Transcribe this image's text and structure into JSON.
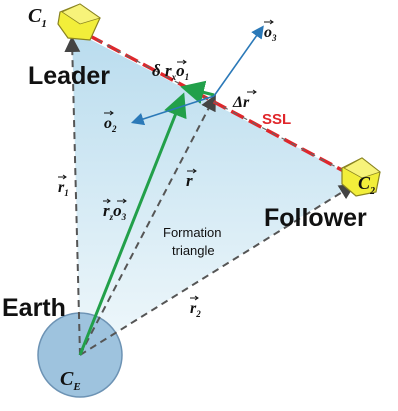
{
  "labels": {
    "leader": "Leader",
    "follower": "Follower",
    "earth": "Earth",
    "ssl": "SSL",
    "formation_line1": "Formation",
    "formation_line2": "triangle",
    "c1": "C",
    "c1_sub": "1",
    "c2": "C",
    "c2_sub": "2",
    "ce": "C",
    "ce_sub": "E",
    "r1": "r",
    "r1_sub": "1",
    "r2": "r",
    "r2_sub": "2",
    "r": "r",
    "delta_r": "Δr",
    "o1_term": "δ r",
    "o1_term_sub": "x",
    "o1_vec": "o",
    "o1_vec_sub": "1",
    "o2": "o",
    "o2_sub": "2",
    "o3": "o",
    "o3_sub": "3",
    "rz_term": "r",
    "rz_term_sub": "z",
    "rz_vec": "o",
    "rz_vec_sub": "3"
  },
  "colors": {
    "triangle_fill_top": "#bfe0f0",
    "triangle_fill_bottom": "#eef7fb",
    "earth": "#9ec3de",
    "satellite": "#f2ee3a",
    "ssl": "#e0262b",
    "green_arrow": "#22a04a",
    "blue_arrow": "#2b79b8",
    "dashed": "#555555"
  }
}
